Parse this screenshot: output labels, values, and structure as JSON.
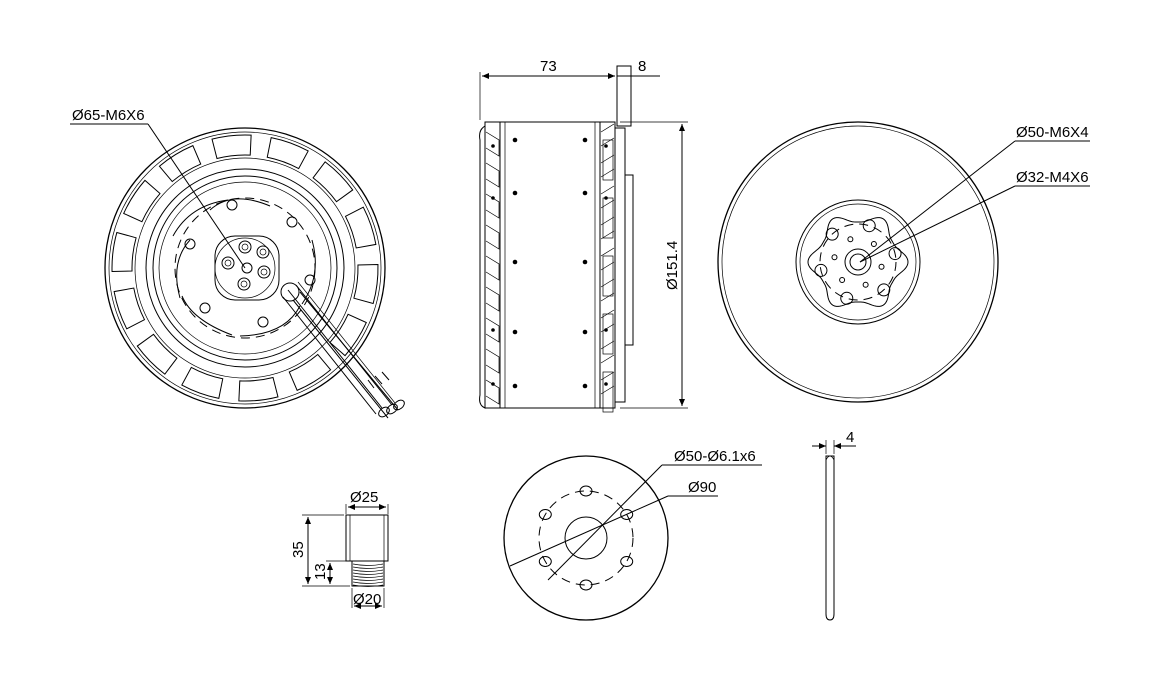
{
  "front_view": {
    "callout_mount_holes": "Ø65-M6X6"
  },
  "side_view": {
    "dim_length": "73",
    "dim_flange": "8",
    "dim_diameter": "Ø151.4"
  },
  "rear_view": {
    "callout_outer_holes": "Ø50-M6X4",
    "callout_inner_holes": "Ø32-M4X6"
  },
  "adapter": {
    "dim_top_diameter": "Ø25",
    "dim_height": "35",
    "dim_thread_length": "13",
    "dim_thread_diameter": "Ø20"
  },
  "mount_plate": {
    "callout_holes": "Ø50-Ø6.1x6",
    "callout_diameter": "Ø90"
  },
  "plate_side": {
    "dim_thickness": "4"
  }
}
